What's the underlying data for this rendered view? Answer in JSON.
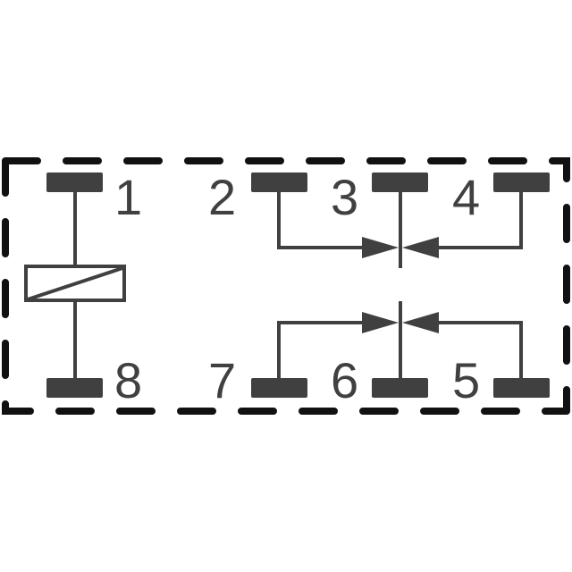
{
  "diagram": {
    "type": "relay-pinout-schematic",
    "pins": {
      "p1": "1",
      "p2": "2",
      "p3": "3",
      "p4": "4",
      "p5": "5",
      "p6": "6",
      "p7": "7",
      "p8": "8"
    },
    "colors": {
      "ink": "#404041",
      "border": "#111111",
      "background": "#ffffff"
    }
  }
}
